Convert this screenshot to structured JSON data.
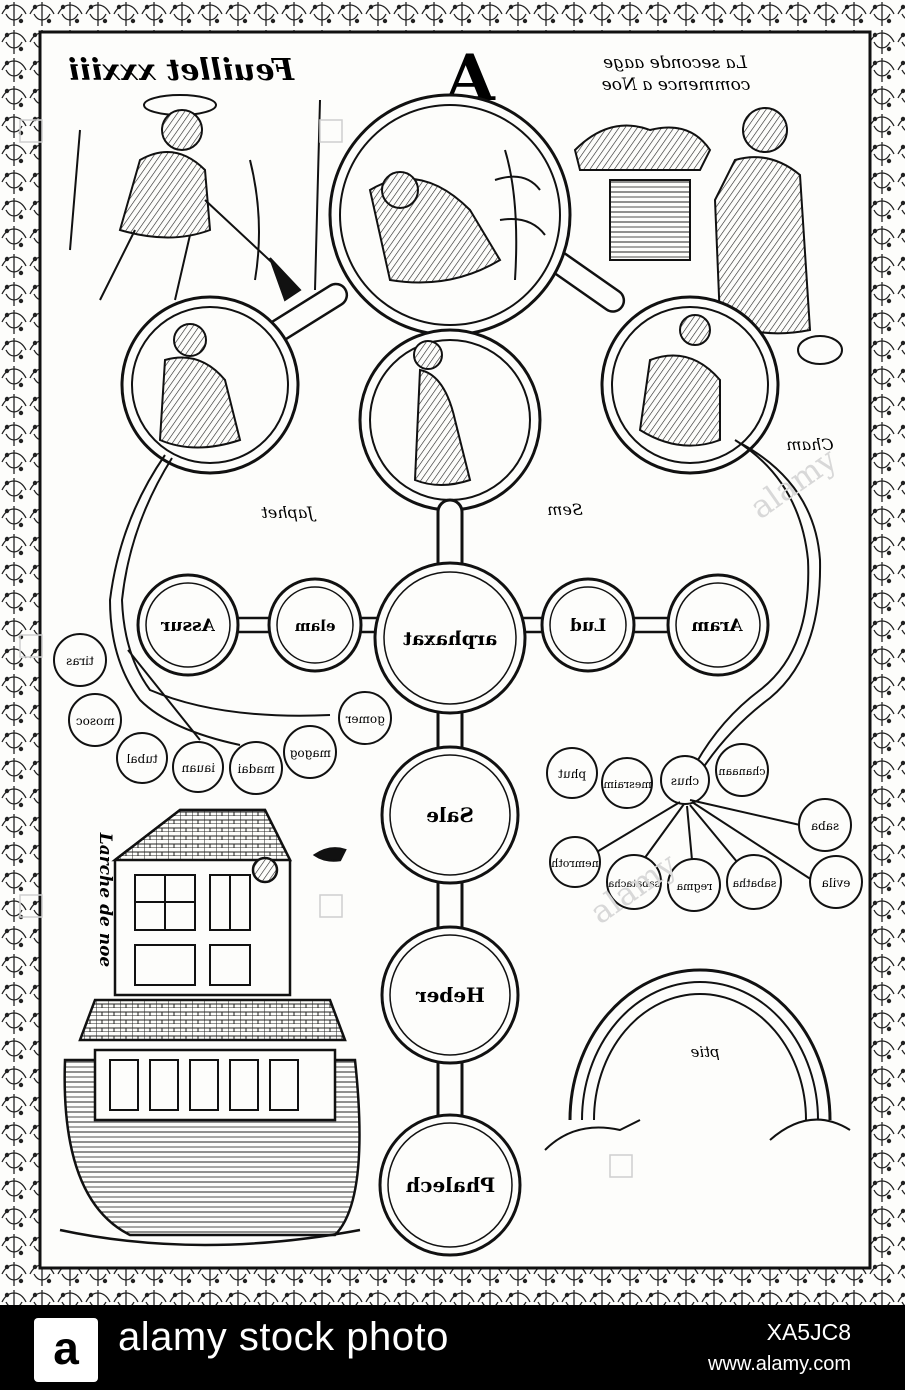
{
  "woodcut": {
    "folio": "Feuillet xxxiii",
    "heading_line1": "La seconde aage",
    "heading_line2": "commence a Noe",
    "initial": "A",
    "sons": {
      "left": "Japhet",
      "center": "Sem",
      "right": "Cham"
    },
    "sem_line": [
      "Assur",
      "elam",
      "arphaxat",
      "Lud",
      "Aram"
    ],
    "descent": [
      "Sale",
      "Heber",
      "Phalech"
    ],
    "japhet_sons": [
      "tiras",
      "mosoc",
      "tubal",
      "iauan",
      "madai",
      "magog",
      "gomer"
    ],
    "cham_sons": [
      "phut",
      "mesraim",
      "chus",
      "chanaan"
    ],
    "chus_sons": [
      "saba",
      "evila",
      "sabatha",
      "regma",
      "sabatacha",
      "nemroth"
    ],
    "arch_label": "ptie",
    "ark_caption": "Larche de noe",
    "watermark": "alamy"
  },
  "banner": {
    "logo_letter": "a",
    "title": "alamy stock photo",
    "image_code": "XA5JC8",
    "site": "www.alamy.com"
  },
  "colors": {
    "ink": "#111111",
    "paper": "#fdfdfb",
    "banner": "#000000"
  }
}
